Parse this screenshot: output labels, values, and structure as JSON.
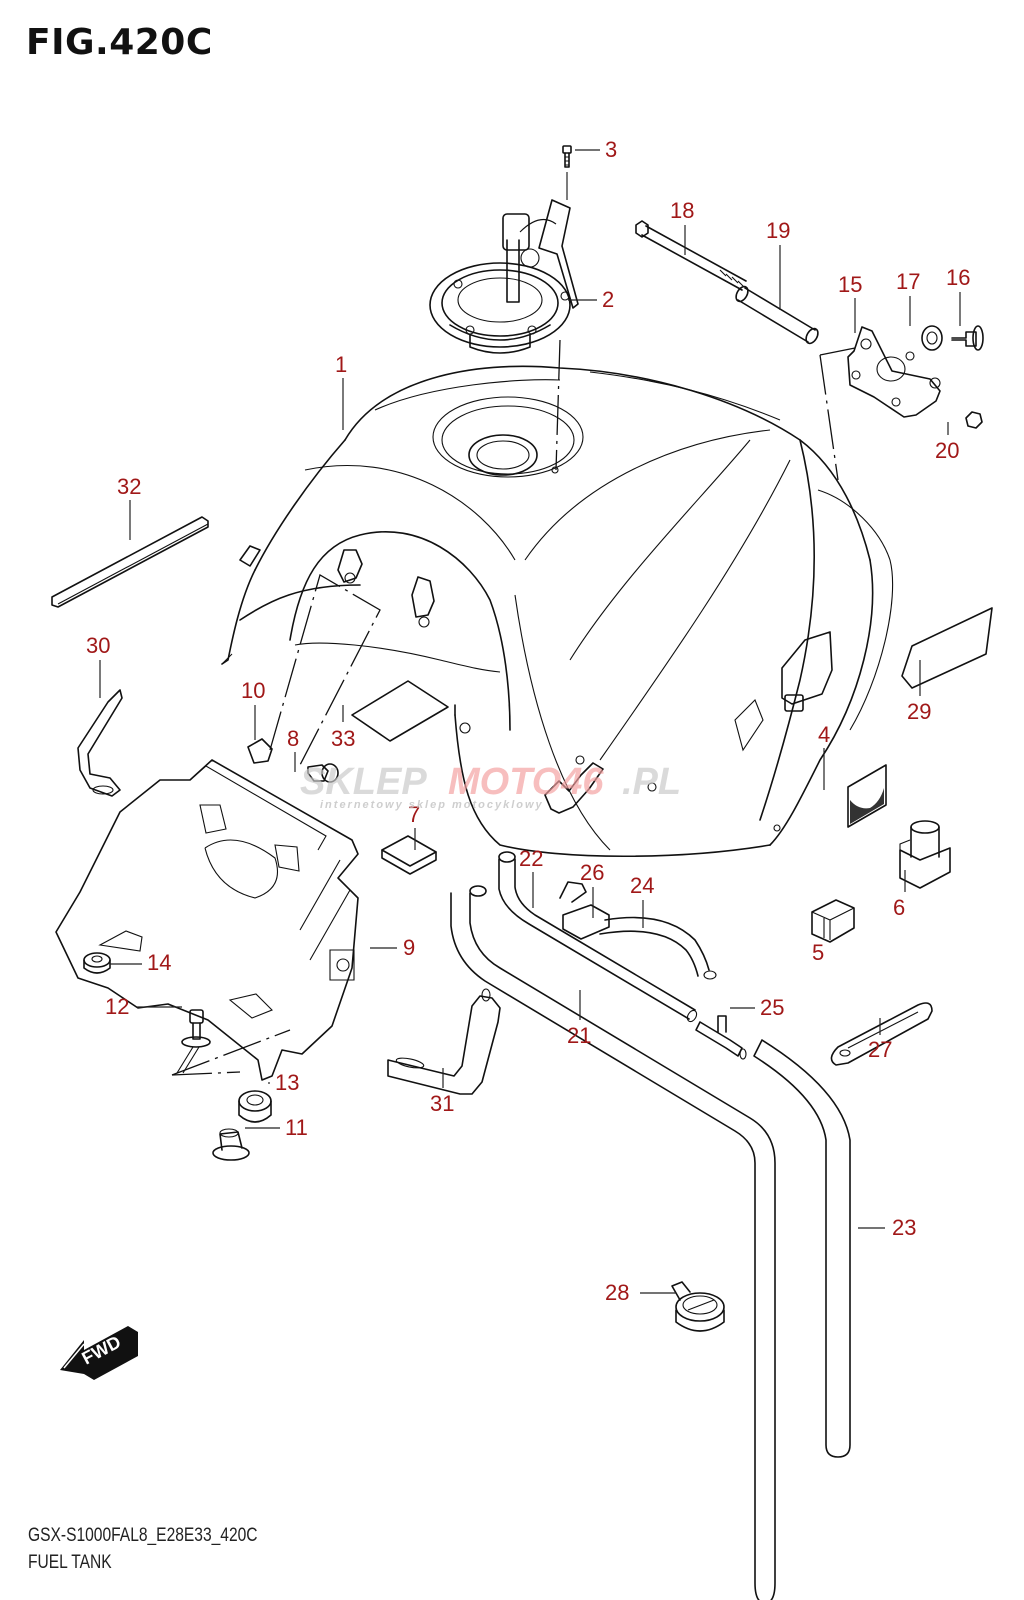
{
  "figure": {
    "title": "FIG.420C",
    "model_code": "GSX-S1000FAL8_E28E33_420C",
    "name": "FUEL TANK",
    "callout_color": "#a01818"
  },
  "watermark": {
    "part1": "SKLEP",
    "part2": "MOTO46",
    "part3": ".PL",
    "subtitle": "internetowy sklep motocyklowy"
  },
  "direction_marker": {
    "label": "FWD",
    "icon": "forward-arrow-icon"
  },
  "callouts": [
    {
      "number": "1",
      "part": "fuel-tank"
    },
    {
      "number": "2",
      "part": "fuel-cap-assembly"
    },
    {
      "number": "3",
      "part": "cap-bolt"
    },
    {
      "number": "4",
      "part": "cushion-pad"
    },
    {
      "number": "5",
      "part": "cushion-block"
    },
    {
      "number": "6",
      "part": "cushion-mount"
    },
    {
      "number": "7",
      "part": "pad"
    },
    {
      "number": "8",
      "part": "bolt"
    },
    {
      "number": "9",
      "part": "tank-cover-bracket"
    },
    {
      "number": "10",
      "part": "nut-clip"
    },
    {
      "number": "11",
      "part": "collar"
    },
    {
      "number": "12",
      "part": "bolt-with-washer"
    },
    {
      "number": "13",
      "part": "cushion"
    },
    {
      "number": "14",
      "part": "grommet"
    },
    {
      "number": "15",
      "part": "tank-mounting-plate"
    },
    {
      "number": "16",
      "part": "bolt"
    },
    {
      "number": "17",
      "part": "cushion"
    },
    {
      "number": "18",
      "part": "long-bolt"
    },
    {
      "number": "19",
      "part": "spacer"
    },
    {
      "number": "20",
      "part": "nut"
    },
    {
      "number": "21",
      "part": "drain-hose"
    },
    {
      "number": "22",
      "part": "breather-hose"
    },
    {
      "number": "23",
      "part": "hose"
    },
    {
      "number": "24",
      "part": "hose"
    },
    {
      "number": "25",
      "part": "hose-joint"
    },
    {
      "number": "26",
      "part": "hose-clamp"
    },
    {
      "number": "27",
      "part": "strap"
    },
    {
      "number": "28",
      "part": "clamp"
    },
    {
      "number": "29",
      "part": "pad"
    },
    {
      "number": "30",
      "part": "bracket"
    },
    {
      "number": "31",
      "part": "bracket"
    },
    {
      "number": "32",
      "part": "trim-strip"
    },
    {
      "number": "33",
      "part": "pad"
    }
  ]
}
